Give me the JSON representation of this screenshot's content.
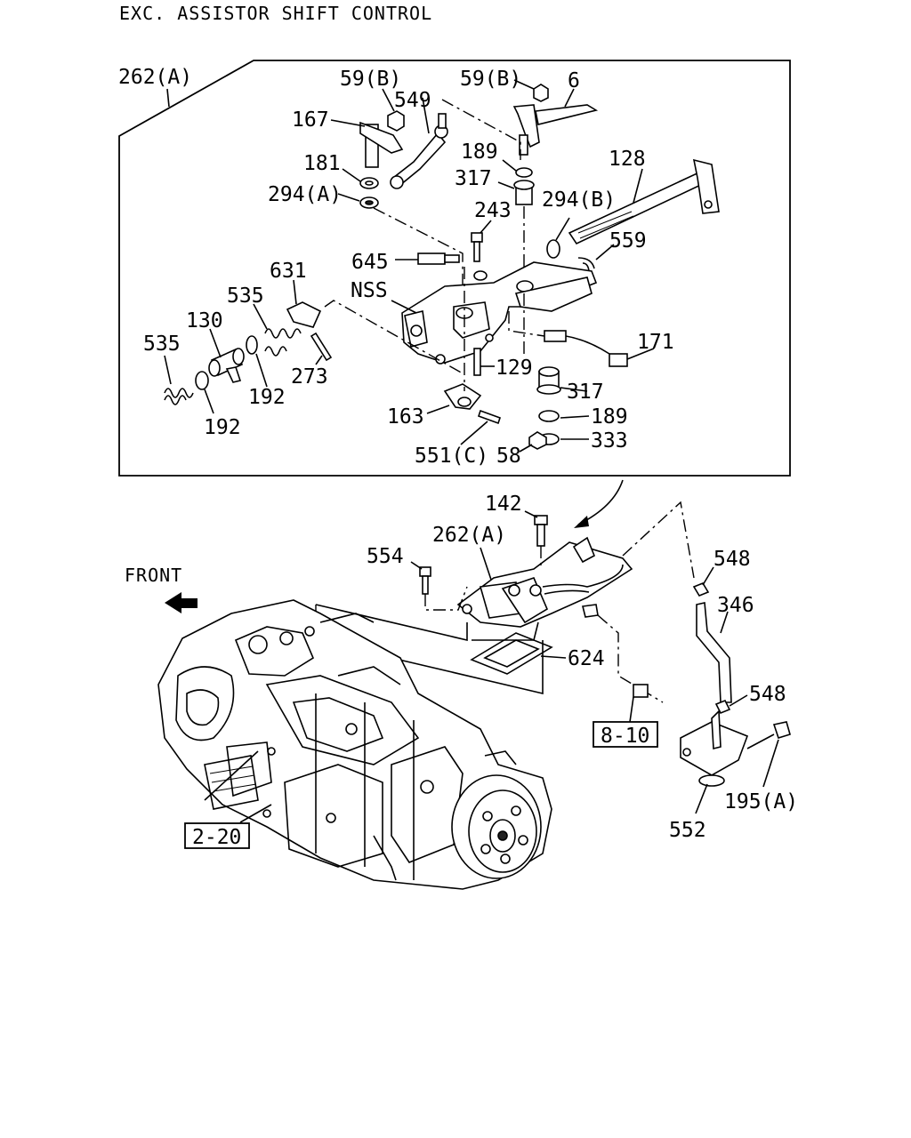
{
  "title": "EXC. ASSISTOR SHIFT CONTROL",
  "direction_label": "FRONT",
  "labels": {
    "l262a_top": "262(A)",
    "l59b_left": "59(B)",
    "l59b_right": "59(B)",
    "l6": "6",
    "l549": "549",
    "l167": "167",
    "l189_top": "189",
    "l128": "128",
    "l181": "181",
    "l317_top": "317",
    "l294a": "294(A)",
    "l294b": "294(B)",
    "l243": "243",
    "l559": "559",
    "l645": "645",
    "l631": "631",
    "lnss": "NSS",
    "l535_upper": "535",
    "l130": "130",
    "l535_lower": "535",
    "l171": "171",
    "l129": "129",
    "l273": "273",
    "l192_right": "192",
    "l192_left": "192",
    "l317_bot": "317",
    "l163": "163",
    "l189_bot": "189",
    "l333": "333",
    "l551c": "551(C)",
    "l58": "58",
    "l142": "142",
    "l262a_mid": "262(A)",
    "l554": "554",
    "l548_top": "548",
    "l346": "346",
    "l624": "624",
    "l548_bot": "548",
    "l195a": "195(A)",
    "l552": "552"
  },
  "references": {
    "ref_8_10": "8-10",
    "ref_2_20": "2-20"
  }
}
